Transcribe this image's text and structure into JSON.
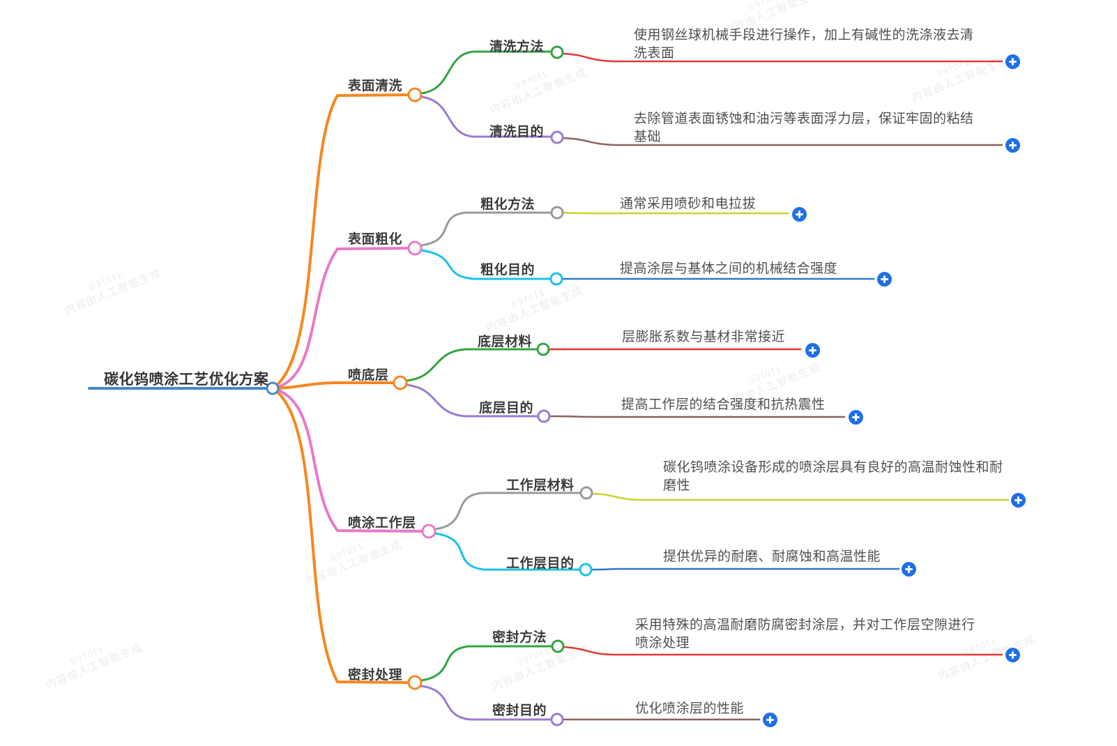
{
  "root": {
    "label": "碳化钨喷涂工艺优化方案"
  },
  "watermark": {
    "line1": "09f0f1",
    "line2": "内容由人工智能生成"
  },
  "branches": [
    {
      "label": "表面清洗",
      "children": [
        {
          "label": "清洗方法",
          "leaf": {
            "lines": [
              "使用钢丝球机械手段进行操作，加上有碱性的洗涤液去清",
              "洗表面"
            ]
          }
        },
        {
          "label": "清洗目的",
          "leaf": {
            "lines": [
              "去除管道表面锈蚀和油污等表面浮力层，保证牢固的粘结",
              "基础"
            ]
          }
        }
      ]
    },
    {
      "label": "表面粗化",
      "children": [
        {
          "label": "粗化方法",
          "leaf": {
            "lines": [
              "通常采用喷砂和电拉拔"
            ]
          }
        },
        {
          "label": "粗化目的",
          "leaf": {
            "lines": [
              "提高涂层与基体之间的机械结合强度"
            ]
          }
        }
      ]
    },
    {
      "label": "喷底层",
      "children": [
        {
          "label": "底层材料",
          "leaf": {
            "lines": [
              "层膨胀系数与基材非常接近"
            ]
          }
        },
        {
          "label": "底层目的",
          "leaf": {
            "lines": [
              "提高工作层的结合强度和抗热震性"
            ]
          }
        }
      ]
    },
    {
      "label": "喷涂工作层",
      "children": [
        {
          "label": "工作层材料",
          "leaf": {
            "lines": [
              "碳化钨喷涂设备形成的喷涂层具有良好的高温耐蚀性和耐",
              "磨性"
            ]
          }
        },
        {
          "label": "工作层目的",
          "leaf": {
            "lines": [
              "提供优异的耐磨、耐腐蚀和高温性能"
            ]
          }
        }
      ]
    },
    {
      "label": "密封处理",
      "children": [
        {
          "label": "密封方法",
          "leaf": {
            "lines": [
              "采用特殊的高温耐磨防腐密封涂层，并对工作层空隙进行",
              "喷涂处理"
            ]
          }
        },
        {
          "label": "密封目的",
          "leaf": {
            "lines": [
              "优化喷涂层的性能"
            ]
          }
        }
      ]
    }
  ],
  "colors": {
    "orange": "#f6871f",
    "pink": "#e879c9",
    "green": "#33a442",
    "purple": "#9a7bd2",
    "gray": "#9a9a9a",
    "cyan": "#18c3e8",
    "red": "#e03a34",
    "brown": "#8b6358",
    "yellow": "#cbd133",
    "blue": "#2d78d0",
    "rootline": "#4a86c8",
    "plus": "#1e6fe8",
    "watermark": "#ececec"
  },
  "icons": {
    "add_node": "plus-icon"
  }
}
